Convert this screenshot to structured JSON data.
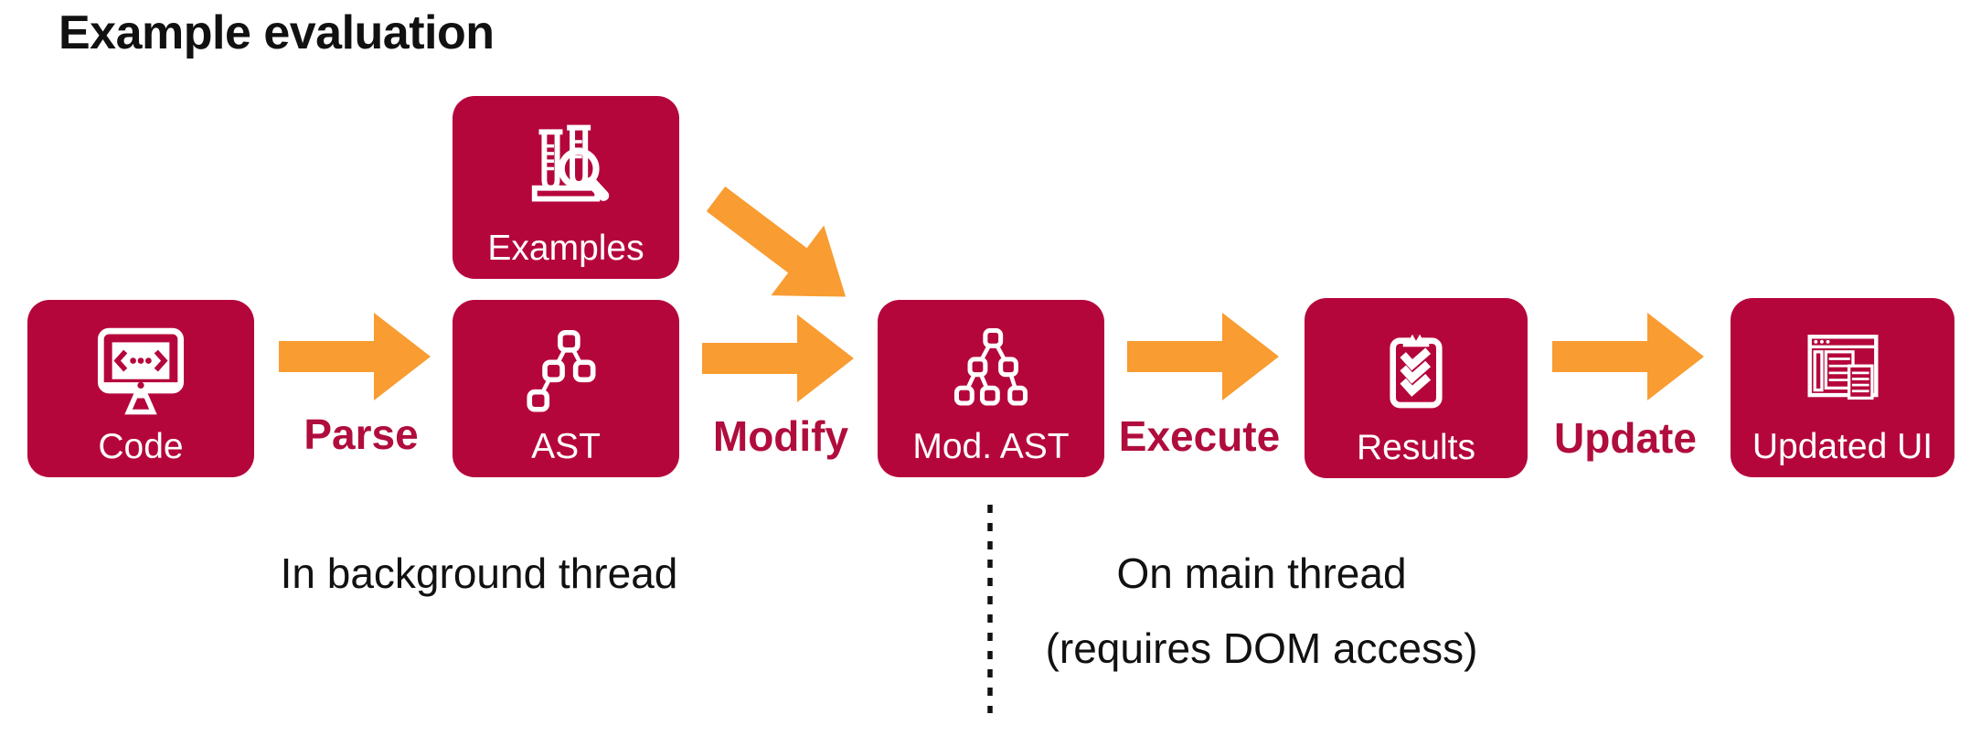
{
  "title": "Example evaluation",
  "colors": {
    "node_red": "#B5063C",
    "arrow_orange": "#F99C31",
    "label_red": "#B00D3D",
    "text_black": "#111111"
  },
  "nodes": {
    "code": {
      "label": "Code",
      "icon": "code-monitor-icon"
    },
    "examples": {
      "label": "Examples",
      "icon": "test-tubes-magnifier-icon"
    },
    "ast": {
      "label": "AST",
      "icon": "syntax-tree-icon"
    },
    "mod_ast": {
      "label": "Mod. AST",
      "icon": "expanded-syntax-tree-icon"
    },
    "results": {
      "label": "Results",
      "icon": "clipboard-checklist-icon"
    },
    "updated_ui": {
      "label": "Updated UI",
      "icon": "browser-window-icon"
    }
  },
  "arrows": {
    "parse": "Parse",
    "modify": "Modify",
    "execute": "Execute",
    "update": "Update"
  },
  "regions": {
    "background_thread": "In background thread",
    "main_thread_line1": "On main thread",
    "main_thread_line2": "(requires DOM access)"
  }
}
